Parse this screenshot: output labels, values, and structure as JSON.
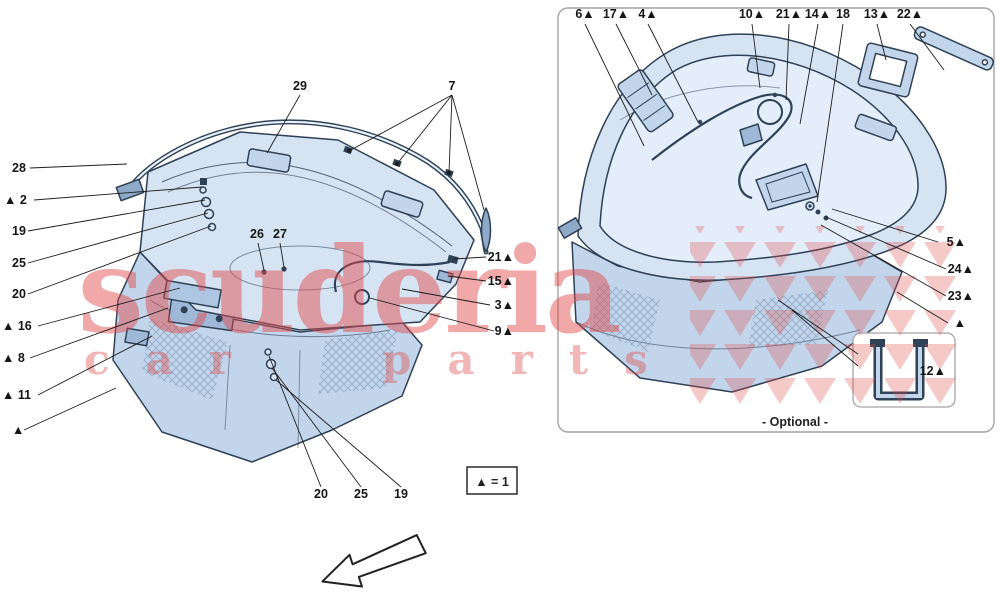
{
  "colors": {
    "diagram_line": "#2e4156",
    "diagram_fill_light": "#d6e3f3",
    "diagram_fill_mid": "#c2d5ea",
    "diagram_fill_dark": "#a9c2e0",
    "watermark_red": "#e14b4b",
    "label_text": "#161616"
  },
  "watermark": {
    "word": "scuderia",
    "sub_left": "car",
    "sub_right": "parts"
  },
  "legend": {
    "label": "▲ = 1"
  },
  "right_panel": {
    "optional_label": "- Optional -"
  },
  "callouts": {
    "left_top": [
      "29",
      "7"
    ],
    "left_side": [
      "28",
      "▲ 2",
      "19",
      "25",
      "20",
      "▲ 16",
      "▲ 8",
      "▲ 11",
      "▲"
    ],
    "left_mid": [
      "26",
      "27"
    ],
    "left_right": [
      "21▲",
      "15▲",
      "3▲",
      "9▲"
    ],
    "left_bottom": [
      "20",
      "25",
      "19"
    ],
    "right_top": [
      "6▲",
      "17▲",
      "4▲",
      "10▲",
      "21▲",
      "14▲",
      "18",
      "13▲",
      "22▲"
    ],
    "right_side": [
      "5▲",
      "24▲",
      "23▲",
      "▲"
    ],
    "right_inner": [
      "12▲"
    ]
  }
}
